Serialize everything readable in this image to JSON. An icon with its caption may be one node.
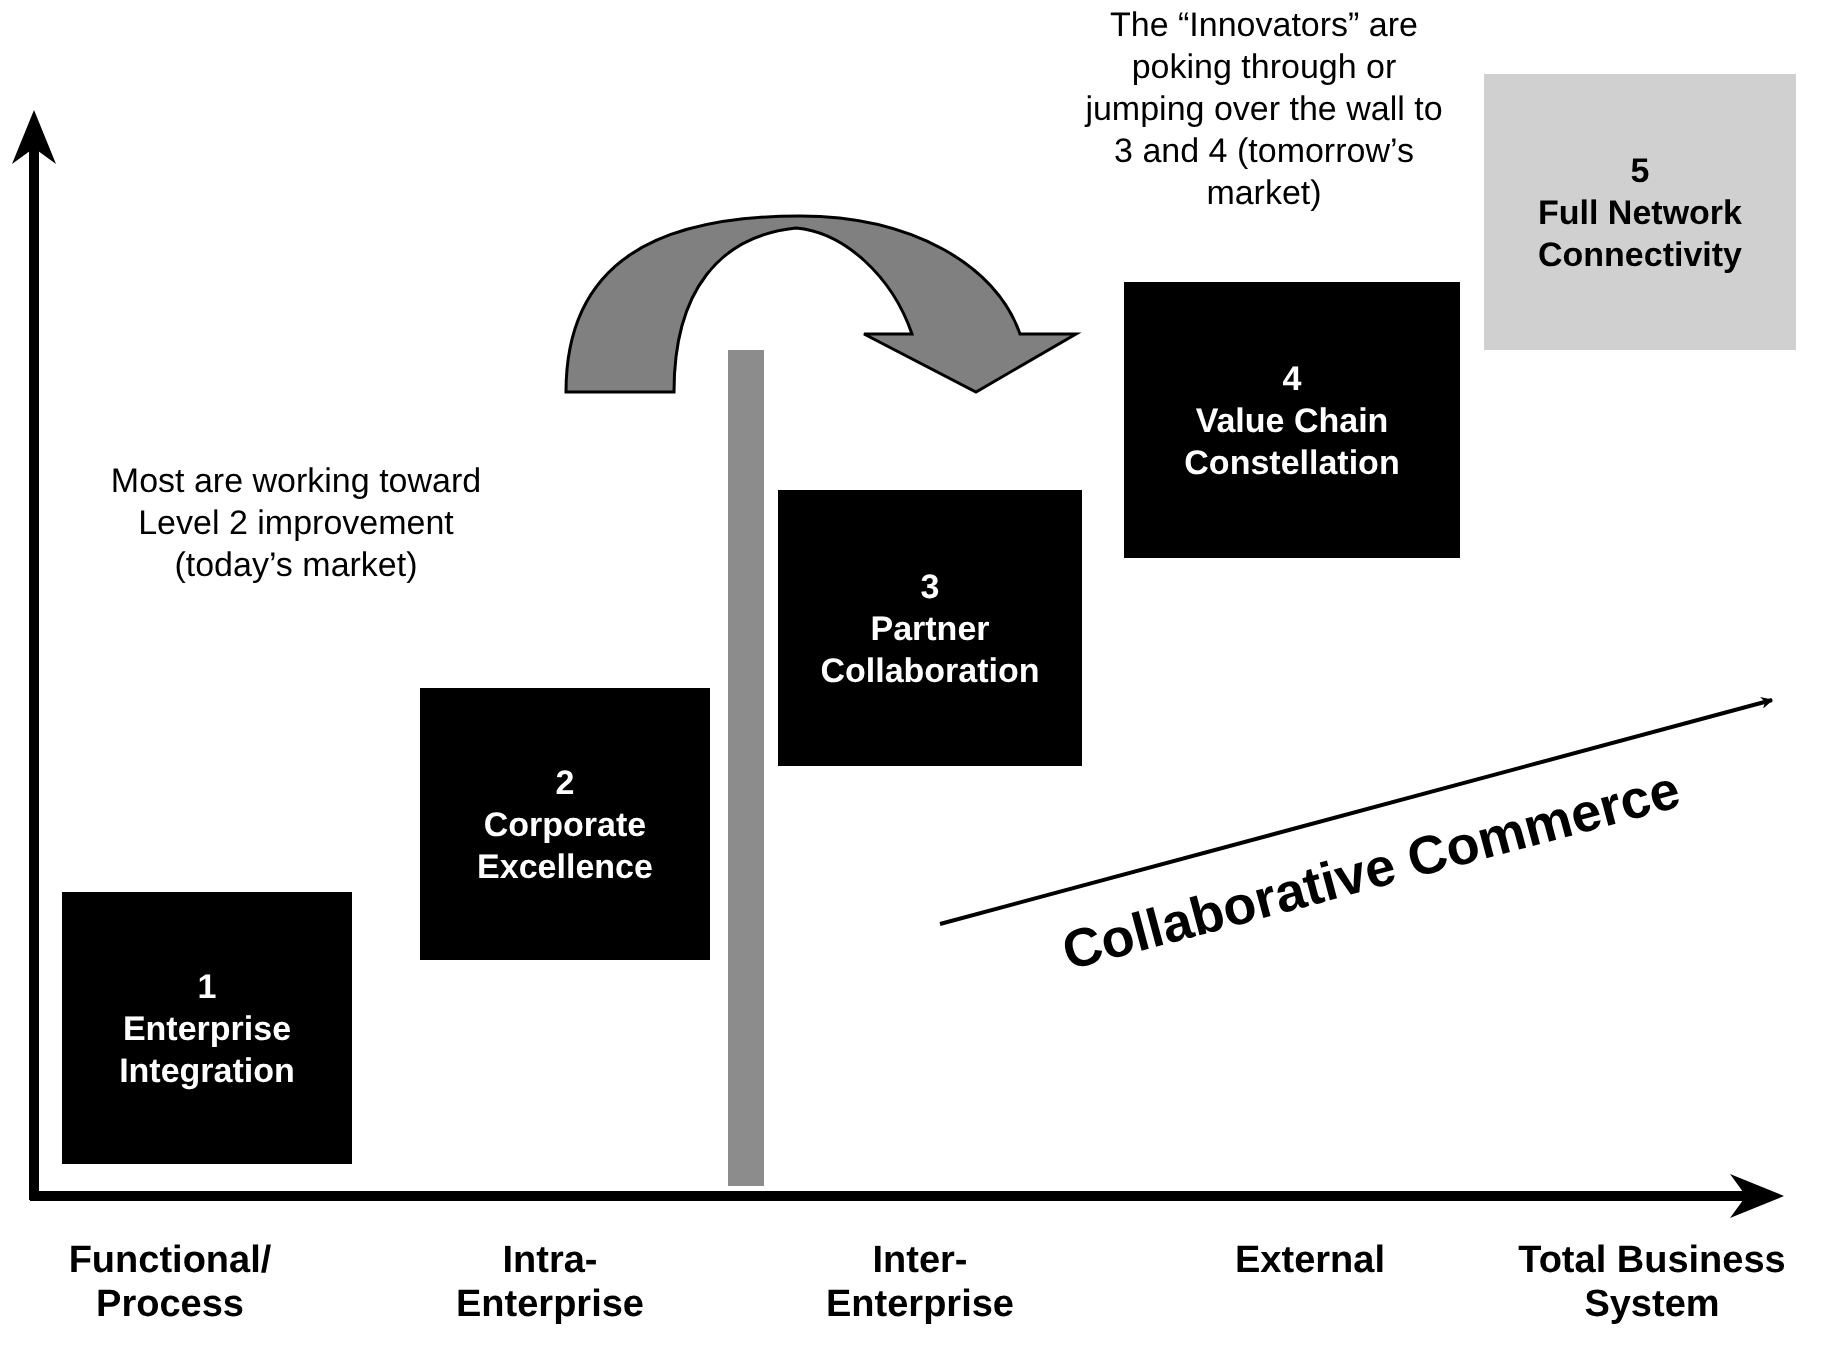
{
  "diagram": {
    "nodes": [
      {
        "text": [
          "1",
          "Enterprise Integration"
        ]
      },
      {
        "text": [
          "2",
          "Corporate Excellence"
        ]
      },
      {
        "text": [],
        "shape": "bar"
      },
      {
        "text": [
          "3",
          "Partner Collaboration"
        ]
      },
      {
        "text": [
          "4",
          "Value Chain Constellation"
        ]
      },
      {
        "text": [
          "5",
          "Full Network Connectivity"
        ]
      }
    ],
    "labels": [
      "The “Innovators” are poking through or jumping over the wall to 3 and 4 (tomorrow’s market)",
      "Most are working toward Level 2 improvement (today’s market)",
      "Collaborative Commerce",
      "Functional/ Process",
      "Intra- Enterprise",
      "Inter- Enterprise",
      "External",
      "Total Business System"
    ]
  }
}
